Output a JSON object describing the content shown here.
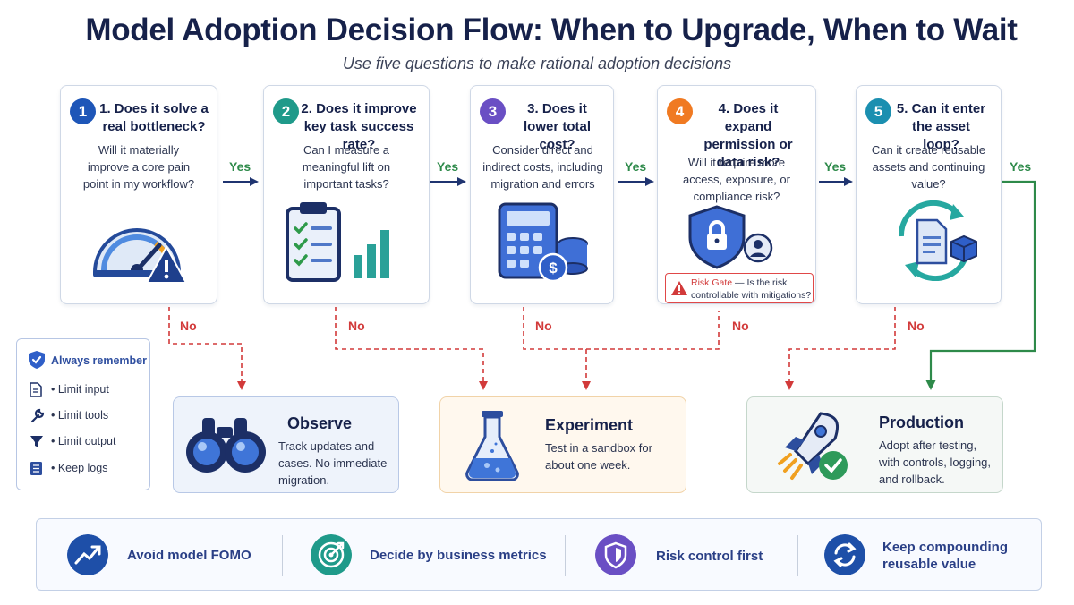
{
  "title": "Model Adoption Decision Flow: When to Upgrade, When to Wait",
  "subtitle": "Use five questions to make rational adoption decisions",
  "questions": [
    {
      "num": "1",
      "title": "1. Does it solve a real bottleneck?",
      "desc": "Will it materially improve a core pain point in my workflow?",
      "icon": "speedometer-warning-icon",
      "color": "#1e56b8"
    },
    {
      "num": "2",
      "title": "2. Does it improve key task success rate?",
      "desc": "Can I measure a meaningful lift on important tasks?",
      "icon": "clipboard-chart-icon",
      "color": "#1f9a8a"
    },
    {
      "num": "3",
      "title": "3. Does it lower total cost?",
      "desc": "Consider direct and indirect costs, including migration and errors",
      "icon": "calculator-coins-icon",
      "color": "#6a4fc4"
    },
    {
      "num": "4",
      "title": "4. Does it expand permission or data risk?",
      "desc": "Will it require more access, exposure, or compliance risk?",
      "icon": "shield-lock-icon",
      "color": "#f07a22"
    },
    {
      "num": "5",
      "title": "5. Can it enter the asset loop?",
      "desc": "Can it create reusable assets and continuing value?",
      "icon": "document-cycle-icon",
      "color": "#1b8fb0"
    }
  ],
  "risk_gate": {
    "label": "Risk Gate",
    "text": " — Is the risk controllable with mitigations?"
  },
  "labels": {
    "yes": "Yes",
    "no": "No"
  },
  "outcomes": {
    "observe": {
      "title": "Observe",
      "desc": "Track updates and cases. No immediate migration.",
      "icon": "binoculars-icon"
    },
    "experiment": {
      "title": "Experiment",
      "desc": "Test in a sandbox for about one week.",
      "icon": "flask-icon"
    },
    "production": {
      "title": "Production",
      "desc": "Adopt after testing, with controls, logging, and rollback.",
      "icon": "rocket-check-icon"
    }
  },
  "remember": {
    "title": "Always remember",
    "items": [
      {
        "label": "• Limit input",
        "icon": "document-icon"
      },
      {
        "label": "• Limit tools",
        "icon": "wrench-icon"
      },
      {
        "label": "• Limit output",
        "icon": "funnel-icon"
      },
      {
        "label": "• Keep logs",
        "icon": "log-book-icon"
      }
    ]
  },
  "principles": [
    {
      "label": "Avoid model FOMO",
      "icon": "trend-up-icon"
    },
    {
      "label": "Decide by business metrics",
      "icon": "target-icon"
    },
    {
      "label": "Risk control first",
      "icon": "shield-icon"
    },
    {
      "label": "Keep compounding reusable value",
      "icon": "refresh-icon"
    }
  ],
  "colors": {
    "navy": "#16214a",
    "yes": "#2e8a4a",
    "no": "#d23a3a",
    "observe_bg": "#eef3fb",
    "experiment_bg": "#fff8ee",
    "production_bg": "#f5f8f6"
  }
}
